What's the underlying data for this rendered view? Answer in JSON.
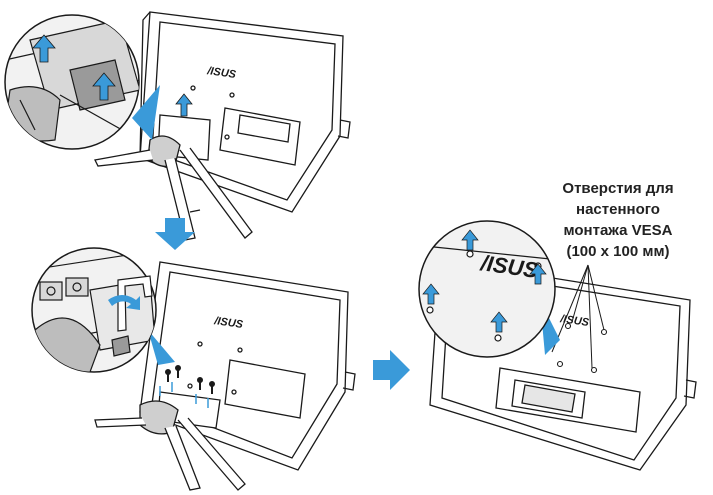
{
  "brand": "/ISUS",
  "vesa_label": {
    "line1": "Отверстия для",
    "line2": "настенного",
    "line3": "монтажа VESA",
    "line4": "(100 x 100 мм)"
  },
  "colors": {
    "arrow": "#3a9ad9",
    "outline": "#1a1a1a",
    "detail_fill": "#f2f2f2"
  },
  "icons": {
    "step_arrow": "arrow-down-icon",
    "next_arrow": "arrow-right-icon",
    "lift_arrow": "arrow-up-icon",
    "tool": "allen-key-icon"
  }
}
